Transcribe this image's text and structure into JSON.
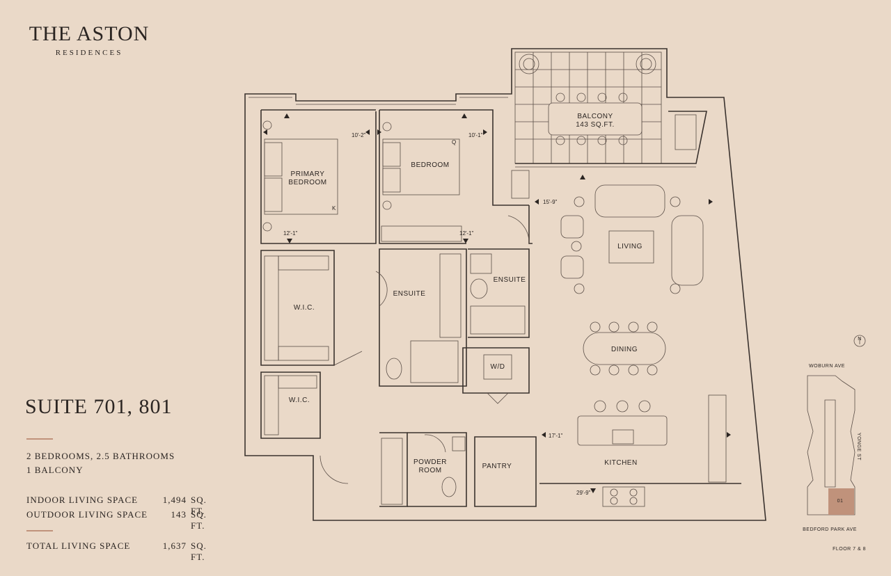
{
  "brand": {
    "title": "THE ASTON",
    "subtitle": "RESIDENCES"
  },
  "suite": {
    "title": "SUITE 701, 801"
  },
  "specs": {
    "rooms": "2 BEDROOMS, 2.5 BATHROOMS",
    "balcony": "1 BALCONY"
  },
  "areas": {
    "indoor": {
      "label": "INDOOR LIVING SPACE",
      "value": "1,494",
      "unit": "SQ. FT."
    },
    "outdoor": {
      "label": "OUTDOOR LIVING SPACE",
      "value": "143",
      "unit": "SQ. FT."
    },
    "total": {
      "label": "TOTAL LIVING SPACE",
      "value": "1,637",
      "unit": "SQ. FT."
    }
  },
  "rooms": {
    "balcony": "BALCONY",
    "balcony_area": "143 SQ.FT.",
    "primary_bedroom_1": "PRIMARY",
    "primary_bedroom_2": "BEDROOM",
    "bedroom": "BEDROOM",
    "living": "LIVING",
    "ensuite_main": "ENSUITE",
    "ensuite_second": "ENSUITE",
    "wic_main": "W.I.C.",
    "wic_second": "W.I.C.",
    "dining": "DINING",
    "wd": "W/D",
    "powder_1": "POWDER",
    "powder_2": "ROOM",
    "pantry": "PANTRY",
    "kitchen": "KITCHEN"
  },
  "bed_marks": {
    "king": "K",
    "queen": "Q"
  },
  "dimensions": {
    "d1": "10'-2\"",
    "d2": "10'-1\"",
    "d3": "15'-9\"",
    "d4": "12'-1\"",
    "d5": "12'-1\"",
    "d6": "17'-1\"",
    "d7": "29'-9\""
  },
  "keymap": {
    "north": "N",
    "street_top": "WOBURN AVE",
    "street_right": "YONGE ST",
    "street_bottom": "BEDFORD PARK AVE",
    "unit": "01",
    "floor": "FLOOR 7 & 8"
  },
  "colors": {
    "background": "#ead9c8",
    "accent": "#c0927b",
    "line": "#3a322e"
  }
}
